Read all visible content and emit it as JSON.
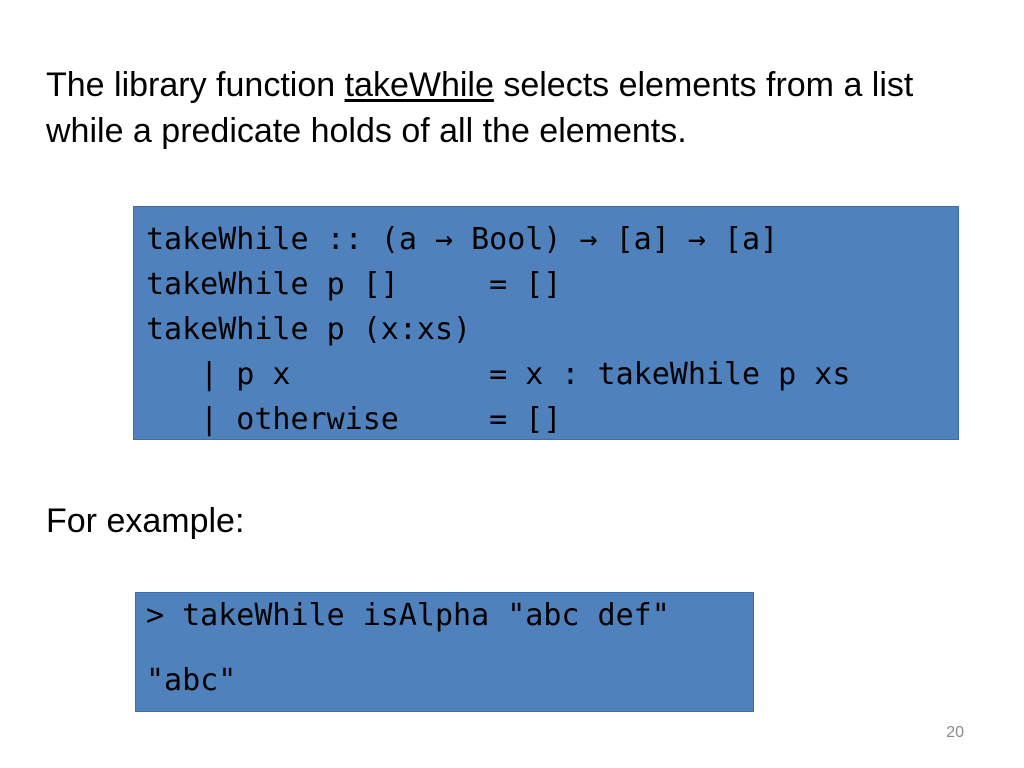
{
  "intro": {
    "before": "The library function ",
    "function_name": "takeWhile",
    "after": " selects elements from a list while a predicate holds of all the elements."
  },
  "definition_code": [
    "takeWhile :: (a → Bool) → [a] → [a]",
    "takeWhile p []     = []",
    "takeWhile p (x:xs)",
    "   | p x           = x : takeWhile p xs",
    "   | otherwise     = []"
  ],
  "example_label": "For example:",
  "example_code": {
    "input": "> takeWhile isAlpha \"abc def\"",
    "output": "\"abc\""
  },
  "page_number": "20",
  "colors": {
    "code_background": "#4f81bd"
  }
}
